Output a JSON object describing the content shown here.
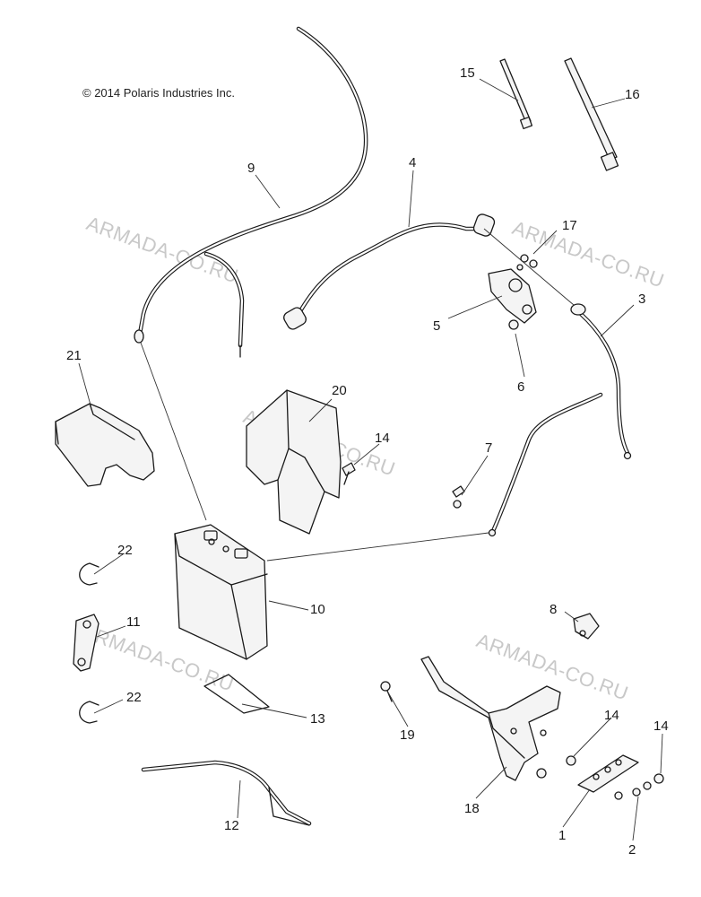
{
  "copyright": "© 2014 Polaris Industries Inc.",
  "watermark": "ARMADA-CO.RU",
  "callouts": {
    "c1": "1",
    "c2": "2",
    "c3": "3",
    "c4": "4",
    "c5": "5",
    "c6": "6",
    "c7": "7",
    "c8": "8",
    "c9": "9",
    "c10": "10",
    "c11": "11",
    "c12": "12",
    "c13": "13",
    "c14a": "14",
    "c14b": "14",
    "c14c": "14",
    "c15": "15",
    "c16": "16",
    "c17": "17",
    "c18": "18",
    "c19": "19",
    "c20": "20",
    "c21": "21",
    "c22a": "22",
    "c22b": "22"
  }
}
